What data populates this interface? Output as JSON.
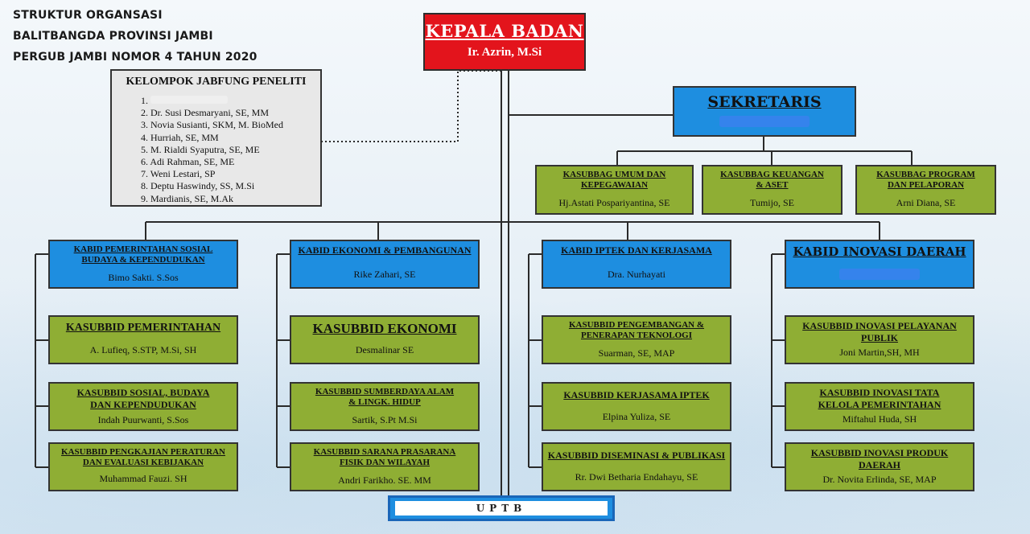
{
  "header": {
    "line1": "STRUKTUR ORGANSASI",
    "line2": "BALITBANGDA PROVINSI JAMBI",
    "line3": "PERGUB JAMBI NOMOR 4 TAHUN 2020"
  },
  "kepala": {
    "title": "KEPALA BADAN",
    "name": "Ir. Azrin, M.Si"
  },
  "jabfung": {
    "title": "KELOMPOK  JABFUNG PENELITI",
    "members": [
      "1.",
      "2. Dr. Susi Desmaryani, SE, MM",
      "3. Novia Susianti, SKM, M. BioMed",
      "4. Hurriah, SE, MM",
      "5. M. Rialdi Syaputra, SE, ME",
      "6. Adi Rahman, SE, ME",
      "7. Weni Lestari, SP",
      "8. Deptu Haswindy, SS, M.Si",
      "9. Mardianis, SE, M.Ak"
    ]
  },
  "sekretaris": {
    "title": "SEKRETARIS"
  },
  "kasubbag": [
    {
      "title": "KASUBBAG UMUM DAN KEPEGAWAIAN",
      "name": "Hj.Astati Pospariyantina, SE"
    },
    {
      "title": "KASUBBAG KEUANGAN & ASET",
      "name": "Tumijo, SE"
    },
    {
      "title": "KASUBBAG PROGRAM DAN PELAPORAN",
      "name": "Arni Diana, SE"
    }
  ],
  "bidang": [
    {
      "title": "KABID PEMERINTAHAN SOSIAL BUDAYA & KEPENDUDUKAN",
      "name": "Bimo Sakti. S.Sos",
      "subs": [
        {
          "title": "KASUBBID PEMERINTAHAN",
          "name": "A. Lufieq, S.STP, M.Si, SH"
        },
        {
          "title": "KASUBBID SOSIAL, BUDAYA DAN KEPENDUDUKAN",
          "name": "Indah Puurwanti, S.Sos"
        },
        {
          "title": "KASUBBID PENGKAJIAN PERATURAN DAN EVALUASI KEBIJAKAN",
          "name": "Muhammad Fauzi. SH"
        }
      ]
    },
    {
      "title": "KABID EKONOMI & PEMBANGUNAN",
      "name": "Rike Zahari, SE",
      "subs": [
        {
          "title": "KASUBBID EKONOMI",
          "name": "Desmalinar SE"
        },
        {
          "title": "KASUBBID SUMBERDAYA ALAM & LINGK. HIDUP",
          "name": "Sartik, S.Pt M.Si"
        },
        {
          "title": "KASUBBID SARANA PRASARANA FISIK DAN WILAYAH",
          "name": "Andri Farikho. SE. MM"
        }
      ]
    },
    {
      "title": "KABID IPTEK DAN KERJASAMA",
      "name": "Dra. Nurhayati",
      "subs": [
        {
          "title": "KASUBBID PENGEMBANGAN & PENERAPAN TEKNOLOGI",
          "name": "Suarman, SE, MAP"
        },
        {
          "title": "KASUBBID KERJASAMA IPTEK",
          "name": "Elpina Yuliza, SE"
        },
        {
          "title": "KASUBBID DISEMINASI & PUBLIKASI",
          "name": "Rr. Dwi Betharia Endahayu, SE"
        }
      ]
    },
    {
      "title": "KABID INOVASI DAERAH",
      "subs": [
        {
          "title": "KASUBBID INOVASI PELAYANAN PUBLIK",
          "name": "Joni Martin,SH, MH"
        },
        {
          "title": "KASUBBID INOVASI TATA KELOLA PEMERINTAHAN",
          "name": "Miftahul Huda, SH"
        },
        {
          "title": "KASUBBID INOVASI PRODUK DAERAH",
          "name": "Dr. Novita Erlinda, SE, MAP"
        }
      ]
    }
  ],
  "uptb": {
    "label": "UPTB"
  },
  "colors": {
    "red": "#e3141c",
    "blue": "#1e8ee0",
    "green": "#8fae34",
    "grey": "#e8e8e8"
  }
}
